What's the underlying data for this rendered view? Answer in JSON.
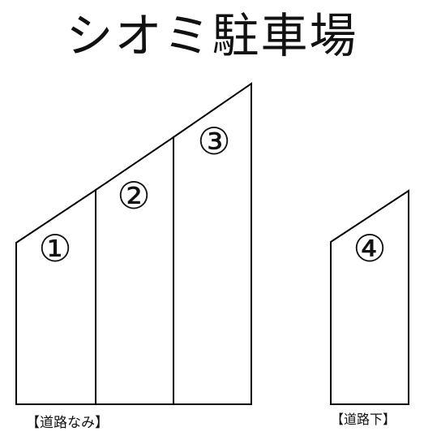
{
  "title": "シオミ駐車場",
  "spaces": [
    {
      "number": "①"
    },
    {
      "number": "②"
    },
    {
      "number": "③"
    },
    {
      "number": "④"
    }
  ],
  "labels": {
    "group_left": "【道路なみ】",
    "group_right": "【道路下】"
  },
  "colors": {
    "line": "#000000",
    "text": "#111111",
    "background": "#ffffff"
  }
}
